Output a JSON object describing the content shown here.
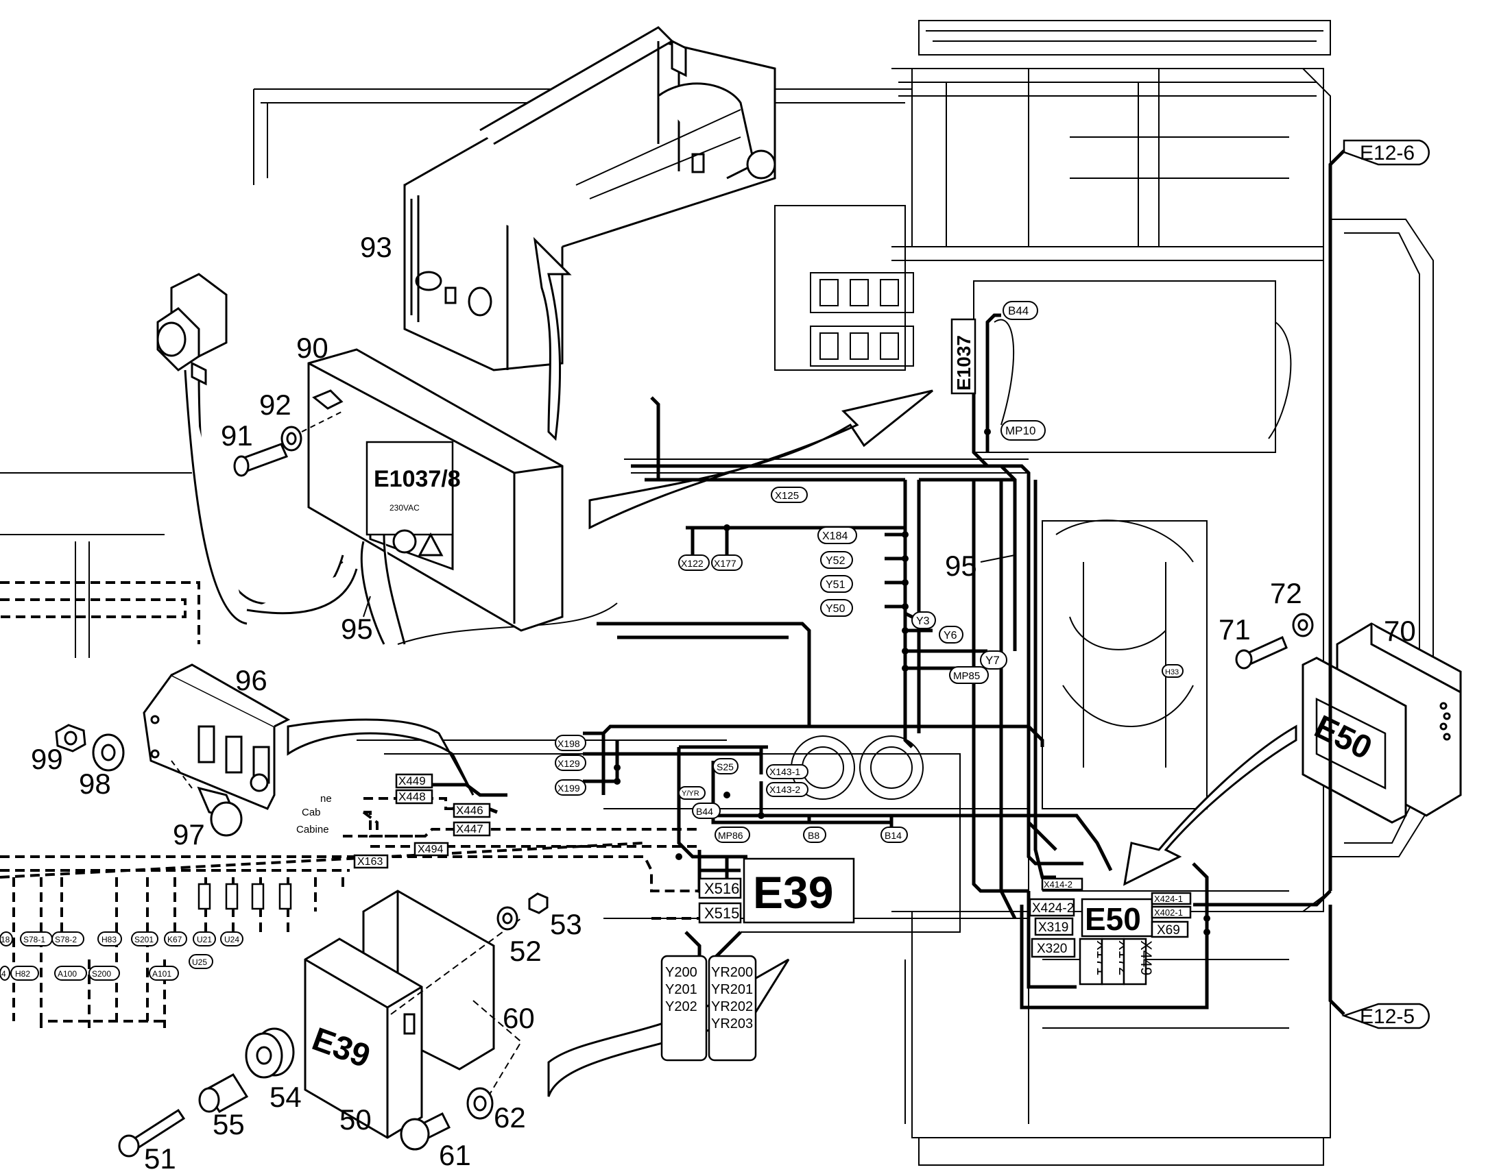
{
  "parts": {
    "p93": "93",
    "p90": "90",
    "p92": "92",
    "p91": "91",
    "p95a": "95",
    "p95b": "95",
    "p96": "96",
    "p99": "99",
    "p98": "98",
    "p97": "97",
    "p53": "53",
    "p52": "52",
    "p60": "60",
    "p54": "54",
    "p55": "55",
    "p50": "50",
    "p51": "51",
    "p61": "61",
    "p62": "62",
    "p71": "71",
    "p72": "72",
    "p70": "70"
  },
  "labels": {
    "e1037_8": "E1037/8",
    "e1037_8_sub": "230VAC",
    "e1037": "E1037",
    "e39_box": "E39",
    "e39_part": "E39",
    "e50_box": "E50",
    "e50_part": "E50",
    "e12_6": "E12-6",
    "e12_5": "E12-5",
    "cab": "Cab",
    "cabine": "Cabine",
    "cabine_top": "ne"
  },
  "callouts": {
    "b44_top": "B44",
    "mp10": "MP10",
    "x125": "X125",
    "x122": "X122",
    "x177": "X177",
    "x184": "X184",
    "y52": "Y52",
    "y51": "Y51",
    "y50": "Y50",
    "y3": "Y3",
    "y6": "Y6",
    "y7": "Y7",
    "mp85": "MP85",
    "x198": "X198",
    "x129": "X129",
    "x199": "X199",
    "s25": "S25",
    "y_yr": "Y/YR",
    "x143_1": "X143-1",
    "x143_2": "X143-2",
    "b44_low": "B44",
    "mp86": "MP86",
    "b8": "B8",
    "b14": "B14",
    "h33": "H33",
    "x449": "X449",
    "x448": "X448",
    "x446": "X446",
    "x447": "X447",
    "x494": "X494",
    "x163": "X163",
    "x516": "X516",
    "x515": "X515",
    "x414_2": "X414-2",
    "x424_2": "X424-2",
    "x319": "X319",
    "x320": "X320",
    "x424_1": "X424-1",
    "x402_1": "X402-1",
    "x69": "X69",
    "x171": "X171",
    "x172": "X172",
    "x449b": "X449",
    "s78_1": "S78-1",
    "s78_2": "S78-2",
    "h83": "H83",
    "s201": "S201",
    "k67": "K67",
    "u21": "U21",
    "u24": "U24",
    "h82": "H82",
    "a100": "A100",
    "s200": "S200",
    "a101": "A101",
    "u25": "U25",
    "c18": "18",
    "c4": "4",
    "y200": "Y200",
    "y201": "Y201",
    "y202": "Y202",
    "yr200": "YR200",
    "yr201": "YR201",
    "yr202": "YR202",
    "yr203": "YR203"
  }
}
